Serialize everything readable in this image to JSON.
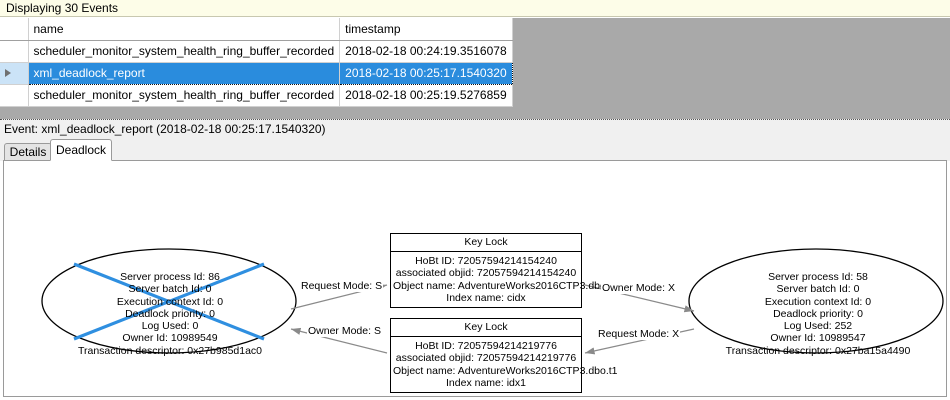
{
  "banner": {
    "text": "Displaying 30 Events"
  },
  "grid": {
    "columns": [
      "name",
      "timestamp"
    ],
    "rows": [
      {
        "selected": false,
        "marker": "",
        "name": "scheduler_monitor_system_health_ring_buffer_recorded",
        "timestamp": "2018-02-18 00:24:19.3516078"
      },
      {
        "selected": true,
        "marker": "row-selector-arrow",
        "name": "xml_deadlock_report",
        "timestamp": "2018-02-18 00:25:17.1540320"
      },
      {
        "selected": false,
        "marker": "",
        "name": "scheduler_monitor_system_health_ring_buffer_recorded",
        "timestamp": "2018-02-18 00:25:19.5276859"
      }
    ]
  },
  "event_caption": {
    "text": "Event: xml_deadlock_report (2018-02-18 00:25:17.1540320)"
  },
  "tabs": [
    {
      "label": "Details",
      "active": false
    },
    {
      "label": "Deadlock",
      "active": true
    }
  ],
  "deadlock": {
    "process_left": {
      "victim": true,
      "lines": [
        "Server process Id: 86",
        "Server batch Id: 0",
        "Execution context Id: 0",
        "Deadlock priority: 0",
        "Log Used: 0",
        "Owner Id: 10989549",
        "Transaction descriptor: 0x27b985d1ac0"
      ]
    },
    "process_right": {
      "victim": false,
      "lines": [
        "Server process Id: 58",
        "Server batch Id: 0",
        "Execution context Id: 0",
        "Deadlock priority: 0",
        "Log Used: 252",
        "Owner Id: 10989547",
        "Transaction descriptor: 0x27ba15a4490"
      ]
    },
    "lock_top": {
      "title": "Key Lock",
      "lines": [
        "HoBt ID: 72057594214154240",
        "associated objid: 72057594214154240",
        "Object name: AdventureWorks2016CTP3.dbo.t1",
        "Index name: cidx"
      ]
    },
    "lock_bottom": {
      "title": "Key Lock",
      "lines": [
        "HoBt ID: 72057594214219776",
        "associated objid: 72057594214219776",
        "Object name: AdventureWorks2016CTP3.dbo.t1",
        "Index name: idx1"
      ]
    },
    "edges": {
      "left_request": "Request Mode: S",
      "left_owner": "Owner Mode: S",
      "right_owner": "Owner Mode: X",
      "right_request": "Request Mode: X"
    },
    "colors": {
      "victim_cross": "#2f8fe0",
      "node_outline": "#000000",
      "edge": "#808080",
      "selection": "#2a8cdd",
      "banner_bg": "#fdfde8",
      "grid_empty_bg": "#a9a9a9"
    }
  }
}
